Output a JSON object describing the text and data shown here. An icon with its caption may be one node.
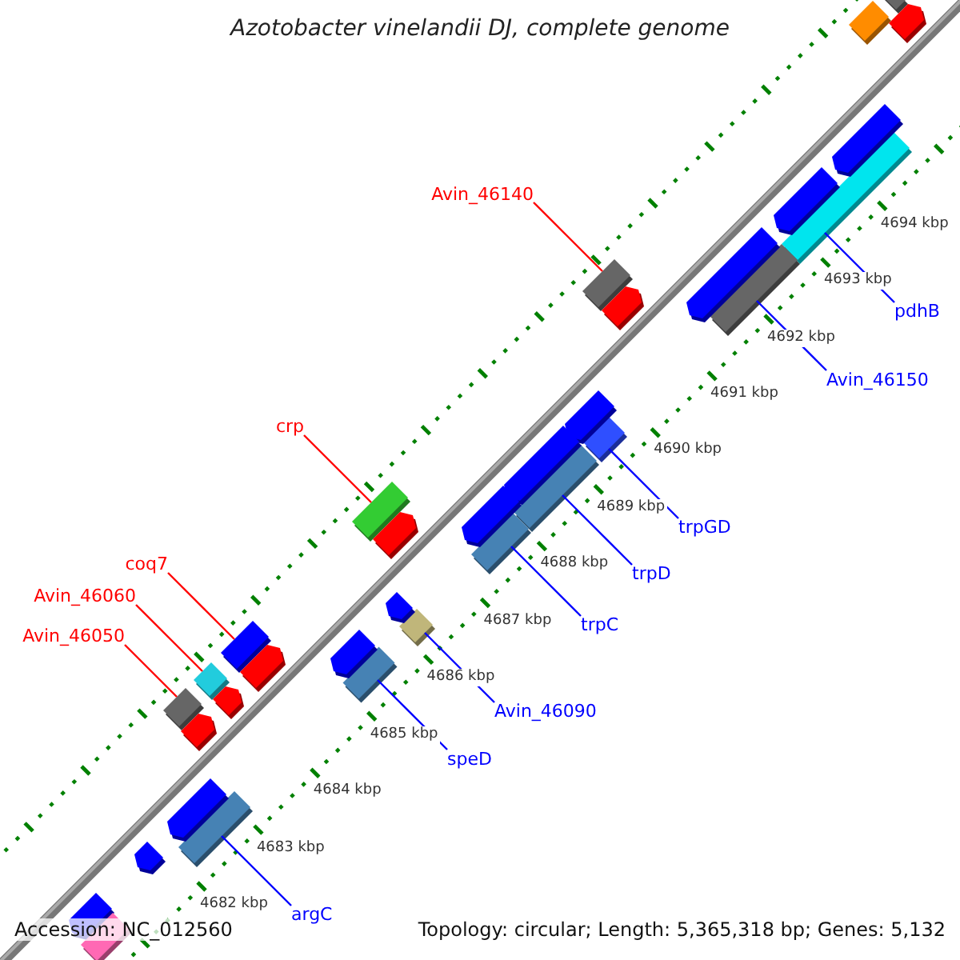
{
  "diagram": {
    "title": "Azotobacter vinelandii DJ, complete genome",
    "nodes": [
      {
        "text": [
          "Avin_46140"
        ]
      },
      {
        "text": [
          "pdhB"
        ]
      },
      {
        "text": [
          "Avin_46150"
        ]
      },
      {
        "text": [
          "crp"
        ]
      },
      {
        "text": [
          "trpGD"
        ]
      },
      {
        "text": [
          "trpD"
        ]
      },
      {
        "text": [
          "trpC"
        ]
      },
      {
        "text": [
          "coq7"
        ]
      },
      {
        "text": [
          "Avin_46060"
        ]
      },
      {
        "text": [
          "Avin_46050"
        ]
      },
      {
        "text": [
          "Avin_46090"
        ]
      },
      {
        "text": [
          "speD"
        ]
      },
      {
        "text": [
          "argC"
        ]
      },
      {
        "text": [],
        "shape": "box"
      },
      {
        "text": [],
        "shape": "box"
      },
      {
        "text": [],
        "shape": "box"
      },
      {
        "text": [],
        "shape": "box"
      },
      {
        "text": [],
        "shape": "box"
      },
      {
        "text": [],
        "shape": "box"
      },
      {
        "text": [],
        "shape": "box"
      },
      {
        "text": [],
        "shape": "box"
      },
      {
        "text": [],
        "shape": "box"
      },
      {
        "text": [],
        "shape": "box"
      },
      {
        "text": [],
        "shape": "box"
      },
      {
        "text": [],
        "shape": "box"
      },
      {
        "text": [],
        "shape": "box"
      },
      {
        "text": [],
        "shape": "box"
      },
      {
        "text": [],
        "shape": "box"
      },
      {
        "text": [],
        "shape": "arrow"
      },
      {
        "text": [],
        "shape": "arrow"
      },
      {
        "text": [],
        "shape": "arrow"
      },
      {
        "text": [],
        "shape": "arrow"
      },
      {
        "text": [],
        "shape": "arrow"
      },
      {
        "text": [],
        "shape": "arrow"
      },
      {
        "text": [],
        "shape": "arrow"
      },
      {
        "text": [],
        "shape": "arrow"
      },
      {
        "text": [],
        "shape": "arrow"
      },
      {
        "text": [],
        "shape": "arrow"
      },
      {
        "text": [],
        "shape": "arrow"
      },
      {
        "text": [],
        "shape": "arrow"
      },
      {
        "text": [],
        "shape": "arrow"
      },
      {
        "text": [],
        "shape": "arrow"
      },
      {
        "text": [],
        "shape": "arrow"
      },
      {
        "text": [],
        "shape": "arrow"
      },
      {
        "text": [],
        "shape": "arrow"
      },
      {
        "text": [],
        "shape": "box"
      }
    ],
    "edges": [
      {
        "from": 0,
        "to": 13,
        "arrow": "none",
        "color": "#ff0000"
      },
      {
        "from": 1,
        "to": 14,
        "arrow": "none"
      },
      {
        "from": 2,
        "to": 15,
        "arrow": "none"
      },
      {
        "from": 3,
        "to": 16,
        "arrow": "none",
        "color": "#ff0000"
      },
      {
        "from": 4,
        "to": 17,
        "arrow": "none"
      },
      {
        "from": 5,
        "to": 18,
        "arrow": "none"
      },
      {
        "from": 6,
        "to": 19,
        "arrow": "none"
      },
      {
        "from": 7,
        "to": 20,
        "arrow": "none",
        "color": "#ff0000"
      },
      {
        "from": 8,
        "to": 21,
        "arrow": "none",
        "color": "#ff0000"
      },
      {
        "from": 9,
        "to": 22,
        "arrow": "none",
        "color": "#ff0000"
      },
      {
        "from": 10,
        "to": 23,
        "arrow": "none"
      },
      {
        "from": 11,
        "to": 24,
        "arrow": "none"
      },
      {
        "from": 12,
        "to": 25,
        "arrow": "none"
      }
    ],
    "labels": [
      "4682 kbp",
      "4683 kbp",
      "4684 kbp",
      "4685 kbp",
      "4686 kbp",
      "4687 kbp",
      "4688 kbp",
      "4689 kbp",
      "4690 kbp",
      "4691 kbp",
      "4692 kbp",
      "4693 kbp",
      "4694 kbp",
      "Accession: NC_012560",
      "Topology: circular; Length: 5,365,318 bp; Genes: 5,132"
    ]
  }
}
